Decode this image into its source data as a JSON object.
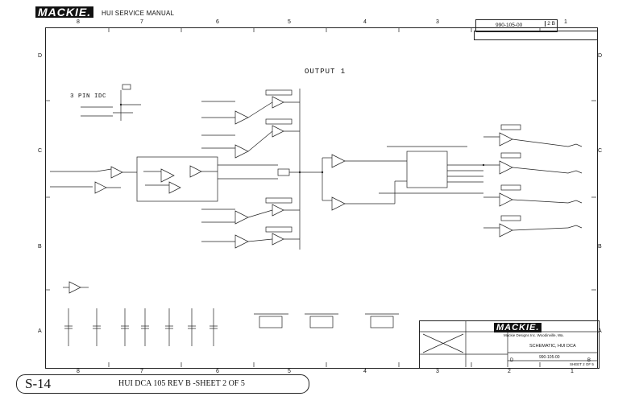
{
  "header": {
    "brand": "MACKIE.",
    "manual_title": "HUI SERVICE MANUAL"
  },
  "schematic": {
    "title": "OUTPUT 1",
    "connector_label": "3 PIN IDC",
    "column_markers": [
      "8",
      "7",
      "6",
      "5",
      "4",
      "3",
      "2",
      "1"
    ],
    "row_markers": [
      "D",
      "C",
      "B",
      "A"
    ],
    "doc_number": "990-105-00",
    "doc_rev": "2 B"
  },
  "title_block": {
    "brand": "MACKIE.",
    "company": "Mackie Designs Inc. Woodinville, Wa.",
    "description": "SCHEMATIC, HUI DCA",
    "doc_number": "990-105-00",
    "size": "D",
    "rev": "B",
    "sheet": "SHEET 2 OF 5"
  },
  "footer": {
    "page_label": "S-14",
    "page_title": "HUI DCA 105 REV B -SHEET 2 OF 5"
  }
}
